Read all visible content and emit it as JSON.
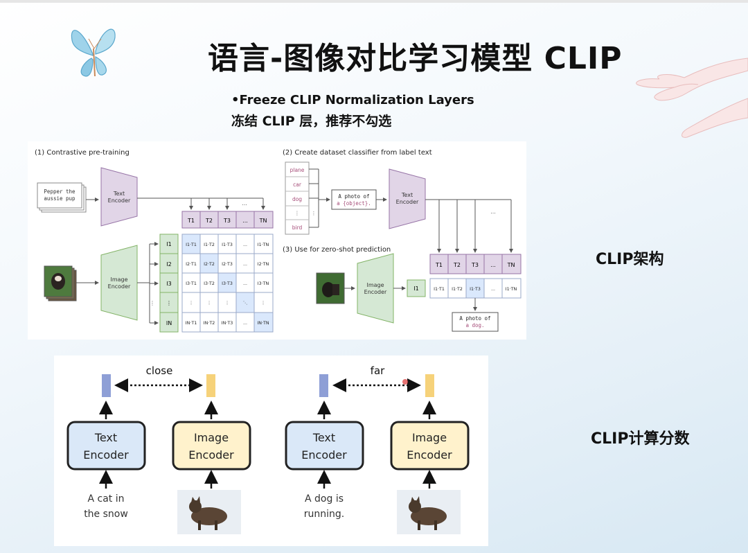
{
  "slide": {
    "title": "语言-图像对比学习模型 CLIP",
    "subtitle_en": "•Freeze CLIP Normalization Layers",
    "subtitle_cn": "冻结 CLIP 层，推荐不勾选",
    "label_architecture": "CLIP架构",
    "label_score": "CLIP计算分数"
  },
  "diagram1": {
    "section1_title": "(1) Contrastive pre-training",
    "section2_title": "(2) Create dataset classifier from label text",
    "section3_title": "(3) Use for zero-shot prediction",
    "input_text_line1": "Pepper the",
    "input_text_line2": "aussie pup",
    "text_encoder_line1": "Text",
    "text_encoder_line2": "Encoder",
    "image_encoder_line1": "Image",
    "image_encoder_line2": "Encoder",
    "t_row": [
      "T1",
      "T2",
      "T3",
      "...",
      "TN"
    ],
    "i_col": [
      "I1",
      "I2",
      "I3",
      "⋮",
      "IN"
    ],
    "matrix": [
      [
        "I1·T1",
        "I1·T2",
        "I1·T3",
        "...",
        "I1·TN"
      ],
      [
        "I2·T1",
        "I2·T2",
        "I2·T3",
        "...",
        "I2·TN"
      ],
      [
        "I3·T1",
        "I3·T2",
        "I3·T3",
        "...",
        "I3·TN"
      ],
      [
        "⋮",
        "⋮",
        "⋮",
        "⋱",
        "⋮"
      ],
      [
        "IN·T1",
        "IN·T2",
        "IN·T3",
        "...",
        "IN·TN"
      ]
    ],
    "labels_list": [
      "plane",
      "car",
      "dog",
      "⋮",
      "bird"
    ],
    "prompt_line1": "A photo of",
    "prompt_line2": "a {object}.",
    "zs_t_row": [
      "T1",
      "T2",
      "T3",
      "...",
      "TN"
    ],
    "zs_i": "I1",
    "zs_products": [
      "I1·T1",
      "I1·T2",
      "I1·T3",
      "...",
      "I1·TN"
    ],
    "result_line1": "A photo of",
    "result_line2": "a dog.",
    "ellipsis": "...",
    "vdots": "⋮"
  },
  "diagram2": {
    "close_label": "close",
    "far_label": "far",
    "left_text_encoder": [
      "Text",
      "Encoder"
    ],
    "left_image_encoder": [
      "Image",
      "Encoder"
    ],
    "right_text_encoder": [
      "Text",
      "Encoder"
    ],
    "right_image_encoder": [
      "Image",
      "Encoder"
    ],
    "left_caption": [
      "A cat in",
      "the snow"
    ],
    "right_caption": [
      "A dog is",
      "running."
    ]
  },
  "colors": {
    "text_encoder": "#e1d5e7",
    "image_encoder": "#d5e8d4",
    "highlight": "#dae8fc",
    "enc_text_fill": "#dae8f8",
    "enc_image_fill": "#fff2cc",
    "vec_text": "#8e9fd6",
    "vec_image": "#f6d27a"
  }
}
